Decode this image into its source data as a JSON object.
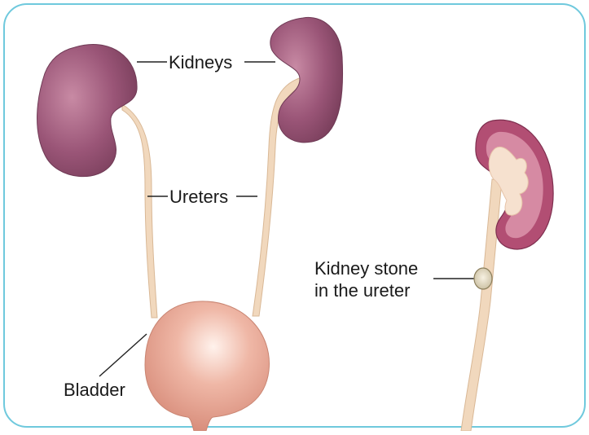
{
  "labels": {
    "kidneys": "Kidneys",
    "ureters": "Ureters",
    "bladder": "Bladder",
    "stone_line1": "Kidney stone",
    "stone_line2": "in the ureter"
  },
  "colors": {
    "frame_border": "#6fc9dd",
    "kidney": "#9a5577",
    "kidney_highlight": "#c88aa4",
    "ureter": "#f1d8bd",
    "bladder": "#e9a998",
    "bladder_highlight": "#fff2ec",
    "section_cortex": "#b24e73",
    "section_inner": "#f6e1cf",
    "stone": "#e6dfcb",
    "leader_line": "#222222"
  }
}
